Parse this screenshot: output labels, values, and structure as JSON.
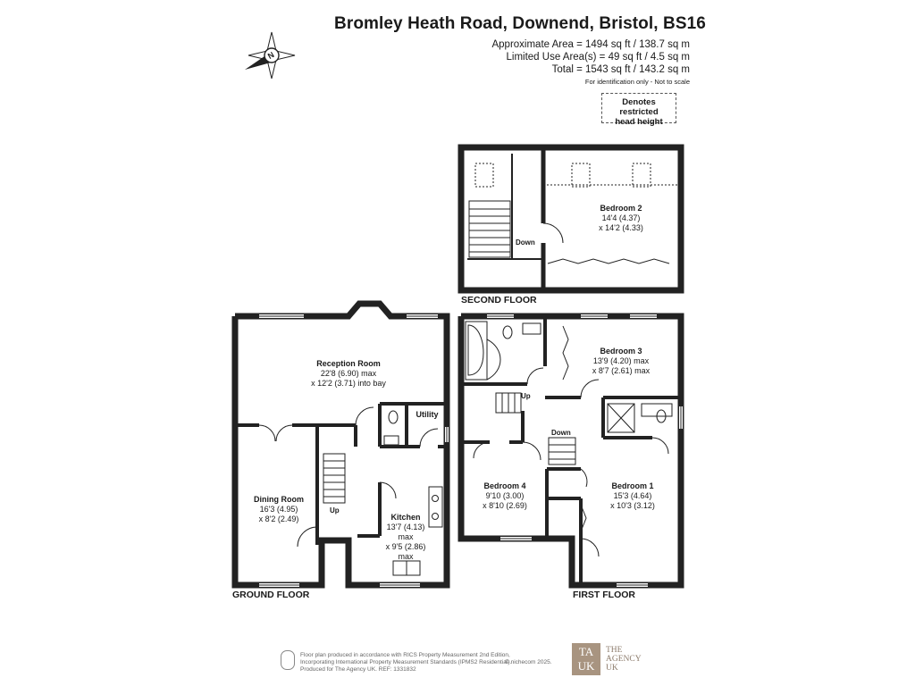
{
  "header": {
    "address": "Bromley Heath Road, Downend, Bristol, BS16",
    "approx_area": "Approximate Area = 1494 sq ft / 138.7 sq m",
    "limited_area": "Limited Use Area(s) = 49 sq ft / 4.5 sq m",
    "total_area": "Total = 1543 sq ft / 143.2 sq m",
    "identification": "For identification only - Not to scale",
    "legend_line1": "Denotes restricted",
    "legend_line2": "head height",
    "compass_letter": "N"
  },
  "floors": {
    "second": "SECOND FLOOR",
    "first": "FIRST FLOOR",
    "ground": "GROUND FLOOR"
  },
  "rooms": {
    "bedroom2": {
      "name": "Bedroom 2",
      "line1": "14'4 (4.37)",
      "line2": "x 14'2 (4.33)"
    },
    "bedroom3": {
      "name": "Bedroom 3",
      "line1": "13'9 (4.20) max",
      "line2": "x 8'7 (2.61) max"
    },
    "bedroom4": {
      "name": "Bedroom 4",
      "line1": "9'10 (3.00)",
      "line2": "x 8'10 (2.69)"
    },
    "bedroom1": {
      "name": "Bedroom 1",
      "line1": "15'3 (4.64)",
      "line2": "x 10'3 (3.12)"
    },
    "reception": {
      "name": "Reception Room",
      "line1": "22'8 (6.90) max",
      "line2": "x 12'2 (3.71) into bay"
    },
    "dining": {
      "name": "Dining Room",
      "line1": "16'3 (4.95)",
      "line2": "x 8'2 (2.49)"
    },
    "kitchen": {
      "name": "Kitchen",
      "line1": "13'7 (4.13)",
      "line2": "max",
      "line3": "x 9'5 (2.86)",
      "line4": "max"
    },
    "utility": {
      "name": "Utility"
    }
  },
  "stair_labels": {
    "second_down": "Down",
    "first_up": "Up",
    "first_down": "Down",
    "ground_up": "Up"
  },
  "footer": {
    "line1": "Floor plan produced in accordance with RICS Property Measurement 2nd Edition,",
    "line2": "Incorporating International Property Measurement Standards (IPMS2 Residential).",
    "line3": "Produced for The Agency UK.   REF: 1331832",
    "copyright": "© nichecom 2025.",
    "logo_top": "TA",
    "logo_bottom": "UK",
    "brand_line1": "THE",
    "brand_line2": "AGENCY",
    "brand_line3": "UK"
  }
}
